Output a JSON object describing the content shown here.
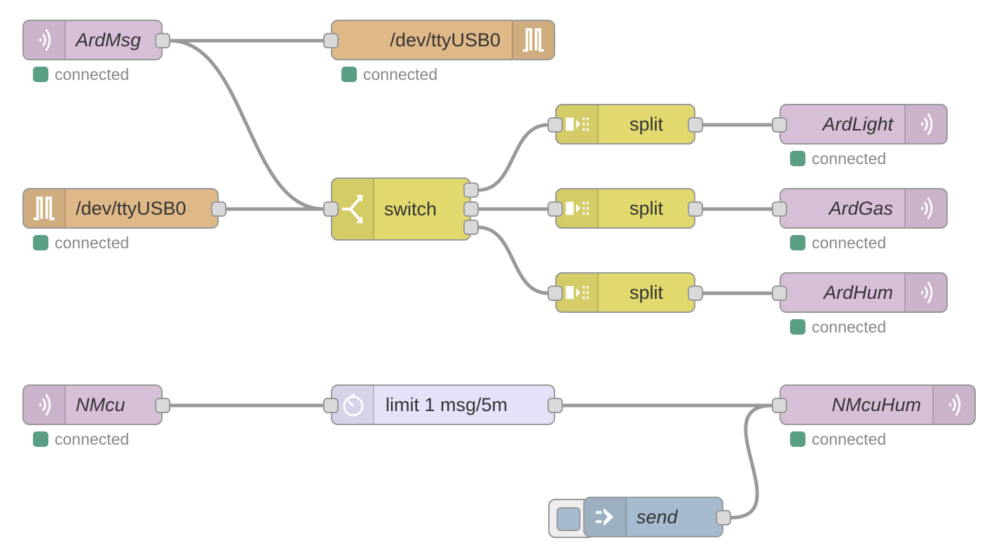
{
  "colors": {
    "mqtt": "#d8bfd8",
    "serial": "#deb887",
    "function": "#e2d96e",
    "delay": "#e6e0f8",
    "inject": "#a6bbcf",
    "wire": "#999999",
    "status_connected": "#5a9e84"
  },
  "nodes": {
    "ardmsg": {
      "label": "ArdMsg",
      "icon": "mqtt-wave-icon",
      "status": "connected"
    },
    "serial_out": {
      "label": "/dev/ttyUSB0",
      "icon": "serial-port-icon",
      "status": "connected"
    },
    "serial_in": {
      "label": "/dev/ttyUSB0",
      "icon": "serial-port-icon",
      "status": "connected"
    },
    "switch": {
      "label": "switch",
      "icon": "switch-icon"
    },
    "split1": {
      "label": "split",
      "icon": "split-icon"
    },
    "split2": {
      "label": "split",
      "icon": "split-icon"
    },
    "split3": {
      "label": "split",
      "icon": "split-icon"
    },
    "ardlight": {
      "label": "ArdLight",
      "icon": "mqtt-wave-icon",
      "status": "connected"
    },
    "ardgas": {
      "label": "ArdGas",
      "icon": "mqtt-wave-icon",
      "status": "connected"
    },
    "ardhum": {
      "label": "ArdHum",
      "icon": "mqtt-wave-icon",
      "status": "connected"
    },
    "nmcu": {
      "label": "NMcu",
      "icon": "mqtt-wave-icon",
      "status": "connected"
    },
    "limit": {
      "label": "limit 1 msg/5m",
      "icon": "timer-icon"
    },
    "nmcuhum": {
      "label": "NMcuHum",
      "icon": "mqtt-wave-icon",
      "status": "connected"
    },
    "send": {
      "label": "send",
      "icon": "inject-arrow-icon"
    }
  }
}
